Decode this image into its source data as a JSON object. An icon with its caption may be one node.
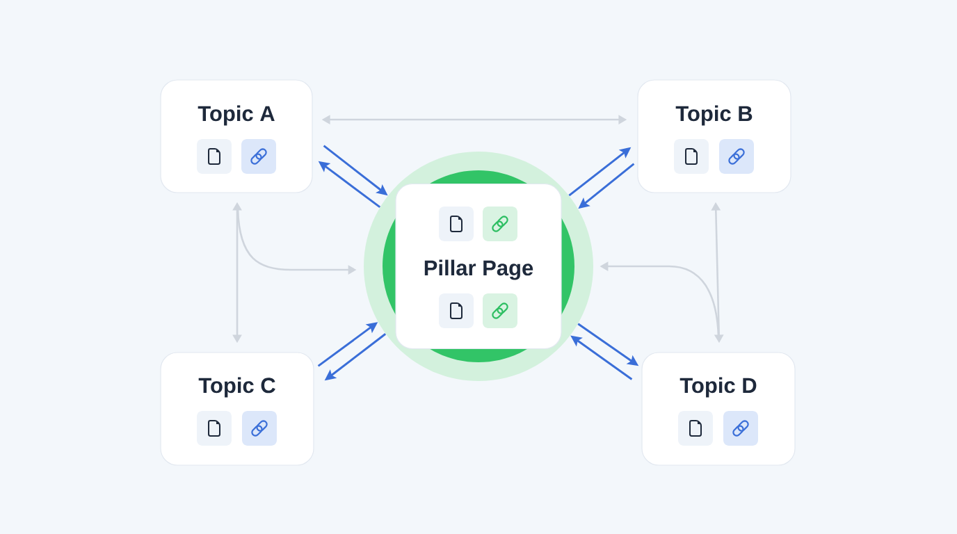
{
  "diagram": {
    "nodes": [
      {
        "text": [
          "Topic A"
        ]
      },
      {
        "text": [
          "Topic B"
        ]
      },
      {
        "text": [],
        "shape": "circle"
      },
      {
        "text": [
          "Pillar Page"
        ],
        "in": 2
      },
      {
        "text": [
          "Topic C"
        ]
      },
      {
        "text": [
          "Topic D"
        ]
      }
    ],
    "edges": [
      {
        "from": 0,
        "to": 1,
        "arrow": "both",
        "color": "#cfd5dd"
      },
      {
        "from": 0,
        "to": 2,
        "arrow": "to"
      },
      {
        "from": 2,
        "to": 0,
        "arrow": "to"
      },
      {
        "from": 2,
        "to": 1,
        "arrow": "to"
      },
      {
        "from": 1,
        "to": 2,
        "arrow": "to"
      },
      {
        "from": 4,
        "to": 2,
        "arrow": "to"
      },
      {
        "from": 2,
        "to": 4,
        "arrow": "to"
      },
      {
        "from": 2,
        "to": 5,
        "arrow": "to"
      },
      {
        "from": 5,
        "to": 2,
        "arrow": "to"
      },
      {
        "from": 0,
        "to": 4,
        "arrow": "both",
        "color": "#cfd5dd"
      },
      {
        "from": 0,
        "to": 2,
        "arrow": "to",
        "color": "#cfd5dd"
      },
      {
        "from": 1,
        "to": 5,
        "arrow": "both",
        "color": "#cfd5dd"
      },
      {
        "from": 5,
        "to": 2,
        "arrow": "to",
        "color": "#cfd5dd"
      }
    ]
  }
}
